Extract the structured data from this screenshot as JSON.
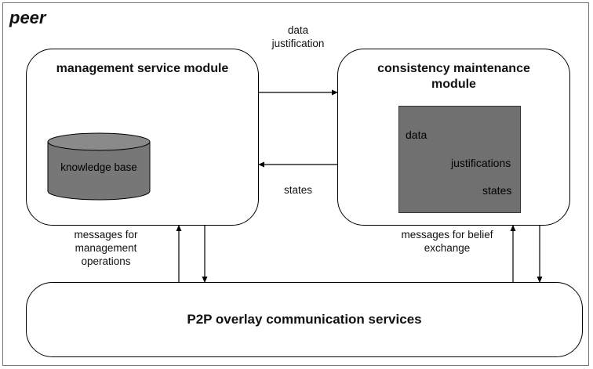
{
  "peer_label": "peer",
  "modules": {
    "management": {
      "title": "management service module",
      "knowledge_base": "knowledge base"
    },
    "consistency": {
      "title_line1": "consistency maintenance",
      "title_line2": "module",
      "store_items": [
        "data",
        "justifications",
        "states"
      ]
    },
    "p2p": {
      "title": "P2P overlay communication services"
    }
  },
  "edges": {
    "data_justification": {
      "line1": "data",
      "line2": "justification"
    },
    "states": "states",
    "management_messages": {
      "line1": "messages for",
      "line2": "management",
      "line3": "operations"
    },
    "belief_messages": {
      "line1": "messages for belief",
      "line2": "exchange"
    }
  },
  "colors": {
    "store_fill": "#707070",
    "cylinder_fill": "#777777",
    "line": "#000000"
  }
}
